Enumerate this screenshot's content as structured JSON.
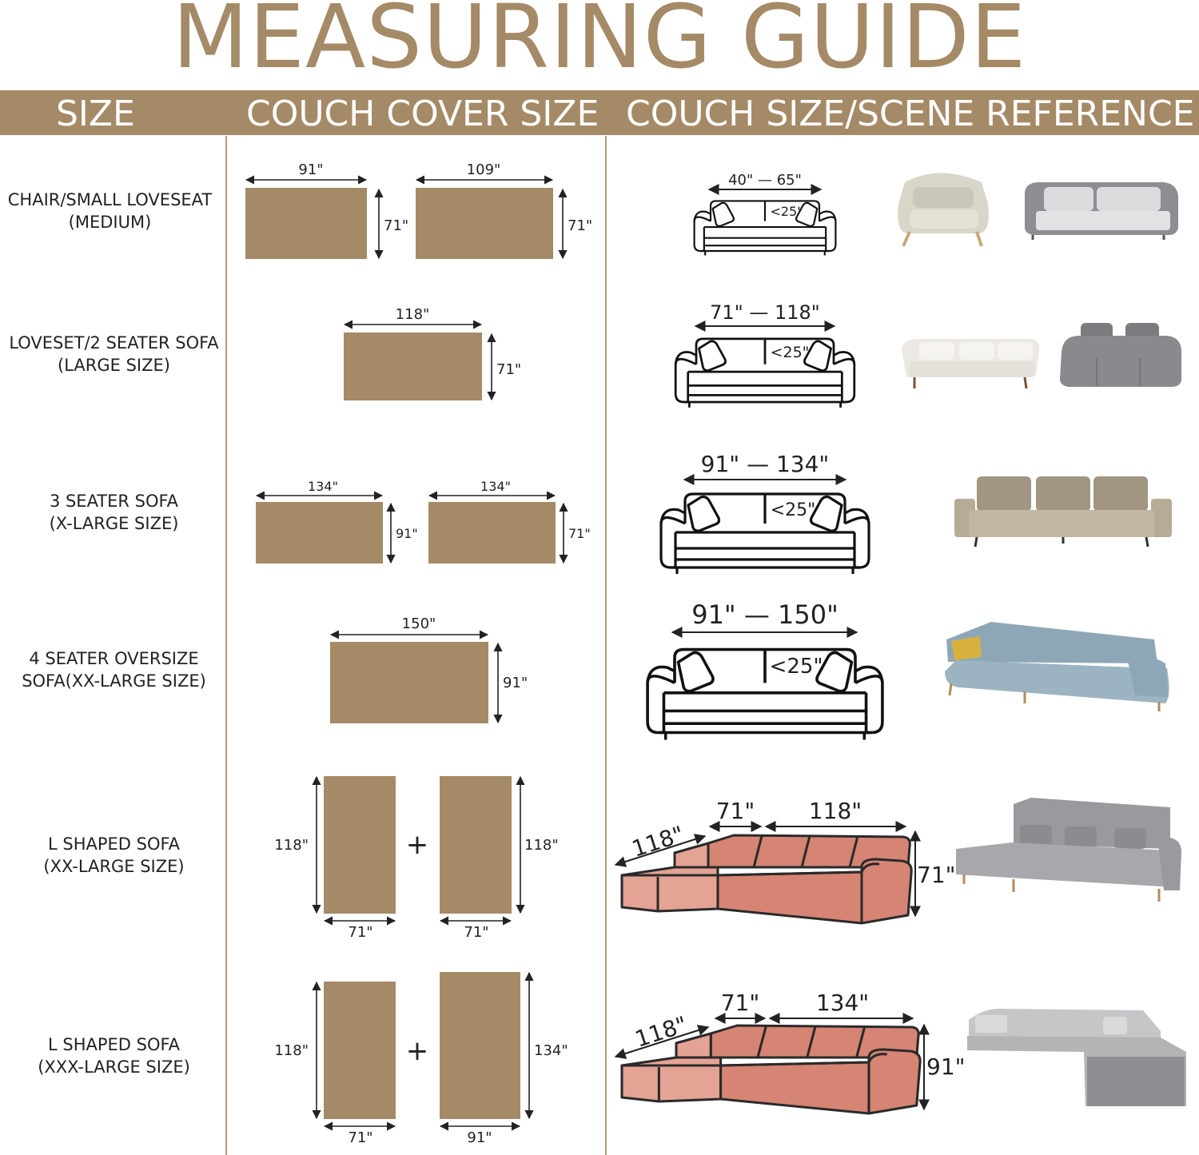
{
  "title": "MEASURING GUIDE",
  "header": {
    "col_size": "SIZE",
    "col_cover": "COUCH COVER SIZE",
    "col_reference": "COUCH SIZE/SCENE REFERENCE"
  },
  "colors": {
    "brand": "#a48a66",
    "pink": "#d68474",
    "pink_light": "#e4a394"
  },
  "rows": [
    {
      "label_line1": "CHAIR/SMALL LOVESEAT",
      "label_line2": "(MEDIUM)",
      "covers": [
        {
          "w": "91\"",
          "h": "71\""
        },
        {
          "w": "109\"",
          "h": "71\""
        }
      ],
      "range": "40\" — 65\"",
      "seat": "<25\""
    },
    {
      "label_line1": "LOVESET/2 SEATER SOFA",
      "label_line2": "(LARGE SIZE)",
      "covers": [
        {
          "w": "118\"",
          "h": "71\""
        }
      ],
      "range": "71\" — 118\"",
      "seat": "<25\""
    },
    {
      "label_line1": "3 SEATER SOFA",
      "label_line2": "(X-LARGE SIZE)",
      "covers": [
        {
          "w": "134\"",
          "h": "91\""
        },
        {
          "w": "134\"",
          "h": "71\""
        }
      ],
      "range": "91\" — 134\"",
      "seat": "<25\""
    },
    {
      "label_line1": "4 SEATER OVERSIZE",
      "label_line2": "SOFA(XX-LARGE SIZE)",
      "covers": [
        {
          "w": "150\"",
          "h": "91\""
        }
      ],
      "range": "91\" — 150\"",
      "seat": "<25\""
    },
    {
      "label_line1": "L SHAPED SOFA",
      "label_line2": "(XX-LARGE SIZE)",
      "covers": [
        {
          "w": "71\"",
          "h": "118\""
        },
        {
          "w": "71\"",
          "h": "118\""
        }
      ],
      "plus": "+",
      "l_diag": "118\"",
      "l_depth": "71\"",
      "l_length": "118\"",
      "l_height": "71\""
    },
    {
      "label_line1": "L SHAPED SOFA",
      "label_line2": "(XXX-LARGE SIZE)",
      "covers": [
        {
          "w": "71\"",
          "h": "118\""
        },
        {
          "w": "91\"",
          "h": "134\""
        }
      ],
      "plus": "+",
      "l_diag": "118\"",
      "l_depth": "71\"",
      "l_length": "134\"",
      "l_height": "91\""
    }
  ]
}
